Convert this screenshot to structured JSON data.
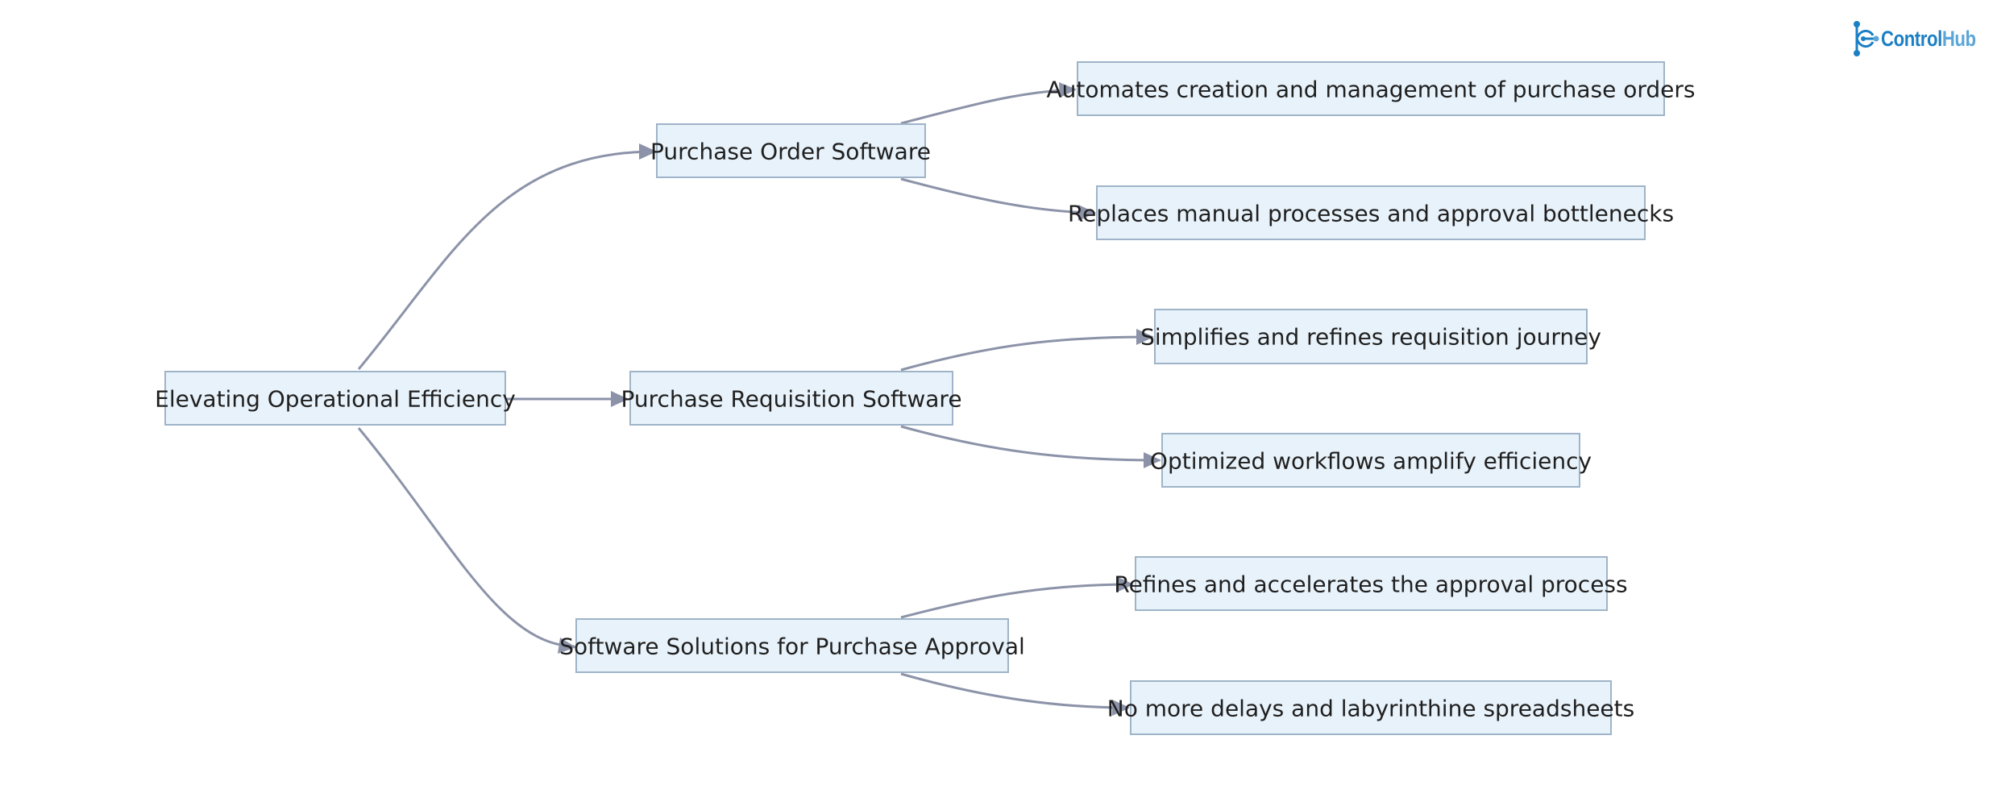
{
  "logo": {
    "part1": "Control",
    "part2": "Hub"
  },
  "colors": {
    "node_fill": "#e8f2fa",
    "node_stroke": "#9fb4c8",
    "edge": "#8c93a8",
    "logo_primary": "#1b7fc4",
    "logo_secondary": "#5aa6d8"
  },
  "diagram": {
    "root": "Elevating Operational Efficiency",
    "branches": [
      {
        "label": "Purchase Order Software",
        "children": [
          "Automates creation and management of purchase orders",
          "Replaces manual processes and approval bottlenecks"
        ]
      },
      {
        "label": "Purchase Requisition Software",
        "children": [
          "Simplifies and refines requisition journey",
          "Optimized workflows amplify efficiency"
        ]
      },
      {
        "label": "Software Solutions for Purchase Approval",
        "children": [
          "Refines and accelerates the approval process",
          "No more delays and labyrinthine spreadsheets"
        ]
      }
    ]
  }
}
